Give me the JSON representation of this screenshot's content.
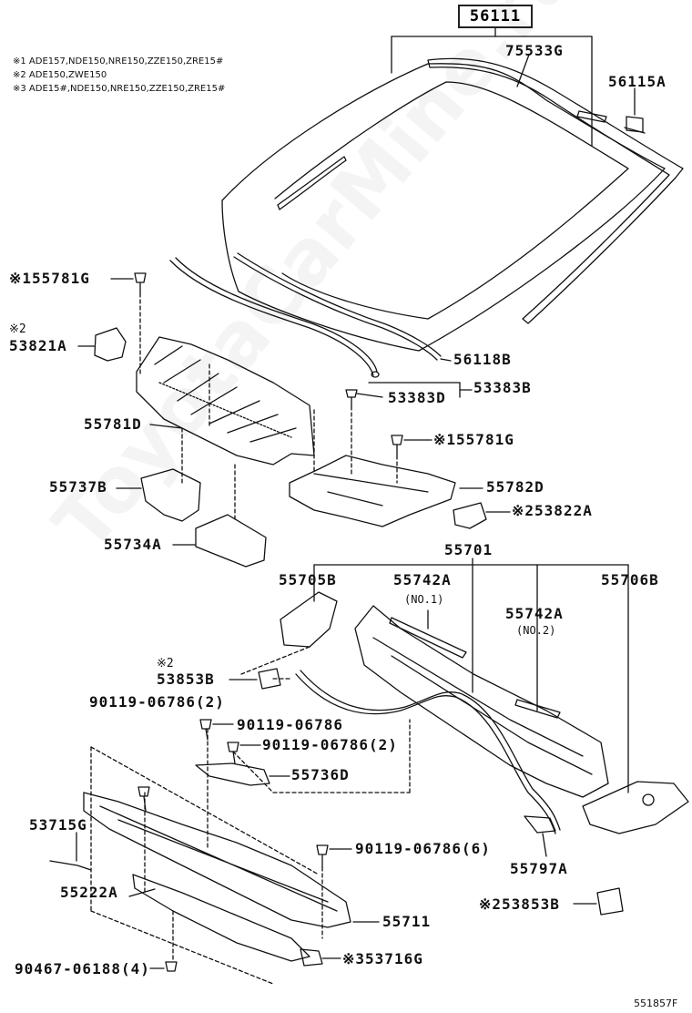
{
  "diagram": {
    "title_part": "56111",
    "notes": [
      "※1 ADE157,NDE150,NRE150,ZZE150,ZRE15#",
      "※2 ADE150,ZWE150",
      "※3 ADE15#,NDE150,NRE150,ZZE150,ZRE15#"
    ],
    "labels": {
      "p75533G": "75533G",
      "p56115A": "56115A",
      "p55781G_top": "※155781G",
      "p53821A_note": "※2",
      "p53821A": "53821A",
      "p56118B": "56118B",
      "p53383D": "53383D",
      "p53383B": "53383B",
      "p55781D": "55781D",
      "p55781G_mid": "※155781G",
      "p55737B": "55737B",
      "p55782D": "55782D",
      "p53822A": "※253822A",
      "p55734A": "55734A",
      "p55701": "55701",
      "p55705B": "55705B",
      "p55742A_1": "55742A",
      "p55742A_1_sub": "(NO.1)",
      "p55742A_2": "55742A",
      "p55742A_2_sub": "(NO.2)",
      "p55706B": "55706B",
      "p53853B_note": "※2",
      "p53853B": "53853B",
      "p90119_a": "90119-06786(2)",
      "p90119_b": "90119-06786",
      "p90119_c": "90119-06786(2)",
      "p55736D": "55736D",
      "p53715G": "53715G",
      "p90119_d": "90119-06786(6)",
      "p55797A": "55797A",
      "p55222A": "55222A",
      "p53853B_b": "※253853B",
      "p55711": "55711",
      "p90467": "90467-06188(4)",
      "p53716G": "※353716G",
      "diagram_no": "551857F"
    },
    "watermark": "ToyotaCarMine.ru"
  }
}
